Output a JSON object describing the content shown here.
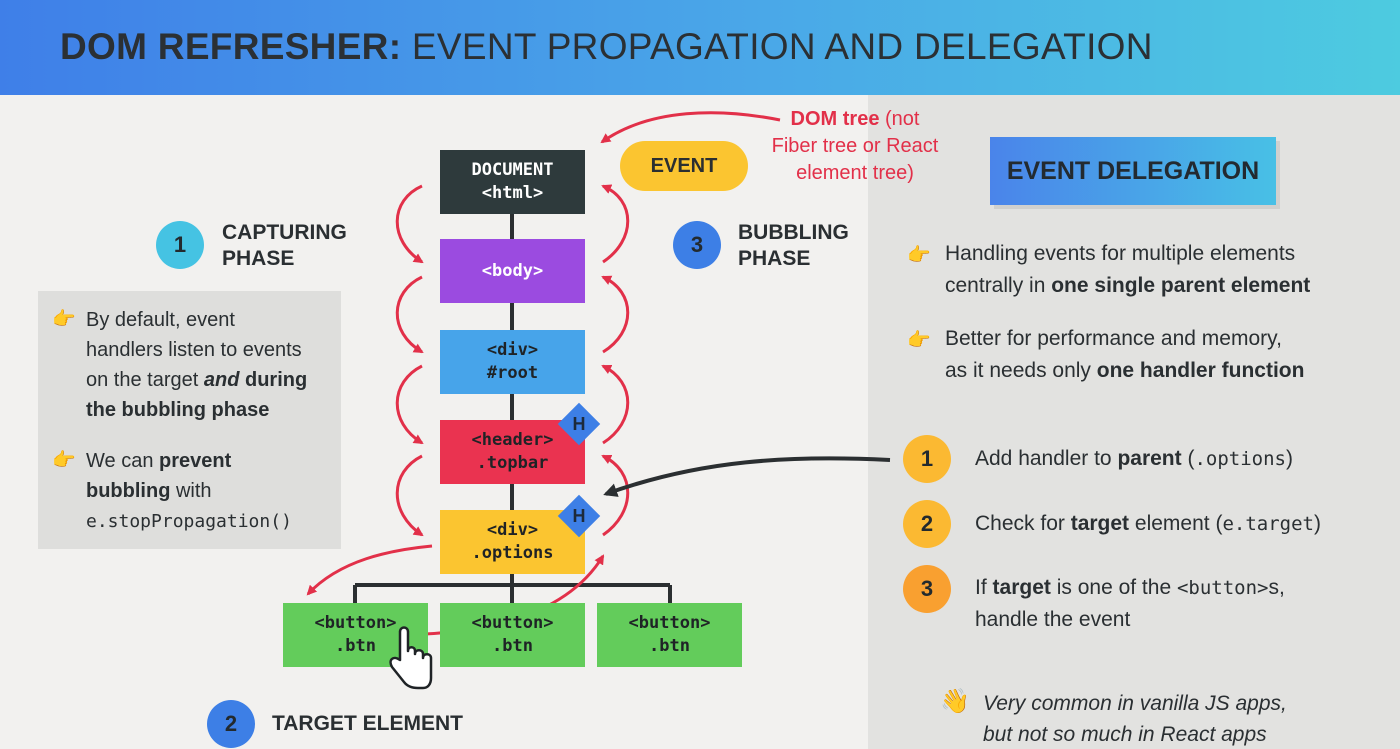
{
  "header": {
    "title_bold": "DOM REFRESHER:",
    "title_rest": "EVENT PROPAGATION AND DELEGATION",
    "gradient": [
      "#3f7fe8",
      "#4dcbe0"
    ]
  },
  "tree": {
    "document": [
      "DOCUMENT",
      "<html>"
    ],
    "body": [
      "<body>"
    ],
    "root": [
      "<div>",
      "#root"
    ],
    "header": [
      "<header>",
      ".topbar"
    ],
    "options": [
      "<div>",
      ".options"
    ],
    "buttons": [
      [
        "<button>",
        ".btn"
      ],
      [
        "<button>",
        ".btn"
      ],
      [
        "<button>",
        ".btn"
      ]
    ],
    "handler_badge": "H",
    "colors": {
      "document": "#2e3a3c",
      "body": "#9b4be0",
      "root": "#47a4ea",
      "header": "#ea3350",
      "options": "#fbc530",
      "button": "#63cc5b"
    }
  },
  "event_pill": "EVENT",
  "dom_note": {
    "bold": "DOM tree",
    "rest_line1": " (not",
    "line2": "Fiber tree or React",
    "line3": "element tree)"
  },
  "phases": {
    "capturing": {
      "num": "1",
      "line1": "CAPTURING",
      "line2": "PHASE"
    },
    "bubbling": {
      "num": "3",
      "line1": "BUBBLING",
      "line2": "PHASE"
    },
    "target": {
      "num": "2",
      "label": "TARGET ELEMENT"
    }
  },
  "left_box": {
    "b1_l1": "By default, event",
    "b1_l2": "handlers listen to events",
    "b1_l3_a": "on the target ",
    "b1_l3_b": "and",
    "b1_l3_c": " during",
    "b1_l4": "the bubbling phase",
    "b2_l1_a": "We can ",
    "b2_l1_b": "prevent",
    "b2_l2_a": "bubbling",
    "b2_l2_b": " with",
    "b2_l3": "e.stopPropagation()"
  },
  "delegation": {
    "title": "EVENT DELEGATION",
    "b1_l1": "Handling events for multiple elements",
    "b1_l2_a": "centrally in ",
    "b1_l2_b": "one single parent element",
    "b2_l1": "Better for performance and memory,",
    "b2_l2_a": "as it needs only ",
    "b2_l2_b": "one handler function",
    "steps": [
      {
        "num": "1",
        "a": "Add handler to ",
        "b": "parent",
        "c": " (",
        "mono": ".options",
        "d": ")"
      },
      {
        "num": "2",
        "a": "Check for ",
        "b": "target",
        "c": " element (",
        "mono": "e.target",
        "d": ")"
      },
      {
        "num": "3",
        "a": "If ",
        "b": "target",
        "c": " is one of the ",
        "mono": "<button>",
        "d": "s,",
        "line2": "handle the event"
      }
    ],
    "footer_l1": "Very common in vanilla JS apps,",
    "footer_l2": "but not so much in React apps"
  },
  "icons": {
    "pointing_hand": "👉",
    "waving_hand": "👋",
    "cursor": "hand-cursor-icon"
  },
  "accent_red": "#e23049"
}
